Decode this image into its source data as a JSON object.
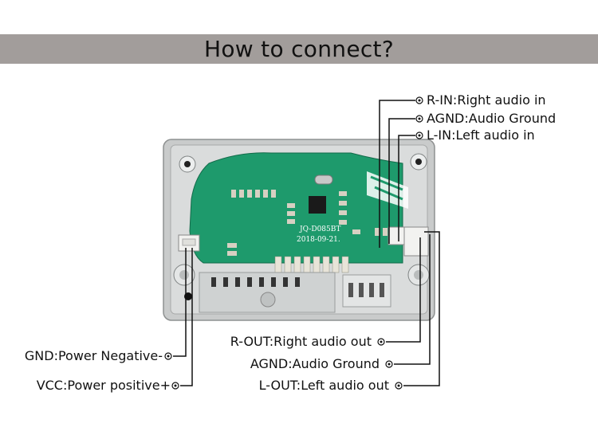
{
  "title": "How to connect?",
  "board": {
    "model_text": "JQ-D085BT",
    "date_text": "2018-09-21."
  },
  "labels": {
    "r_in": "R-IN:Right audio in",
    "agnd_in": "AGND:Audio Ground",
    "l_in": "L-IN:Left audio in",
    "r_out": "R-OUT:Right audio out",
    "agnd_out": "AGND:Audio Ground",
    "l_out": "L-OUT:Left audio out",
    "gnd": "GND:Power Negative-",
    "vcc": "VCC:Power positive+"
  },
  "colors": {
    "title_bar": "#a29d9b",
    "pcb": "#1e9a6c",
    "lines": "#111111"
  }
}
